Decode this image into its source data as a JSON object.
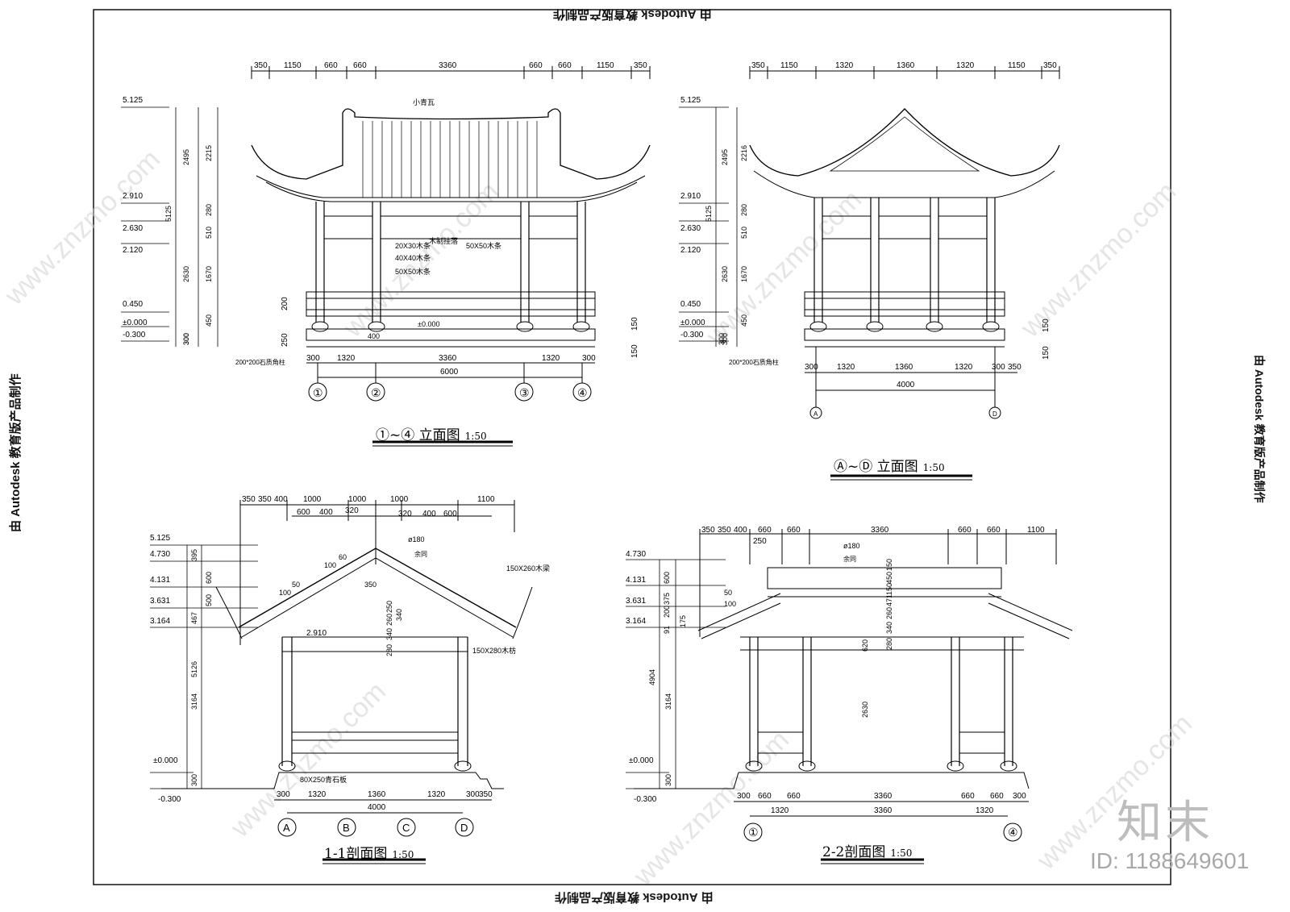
{
  "stamps": {
    "top": "由 Autodesk 教育版产品制作",
    "bottom": "由 Autodesk 教育版产品制作",
    "left": "由 Autodesk 教育版产品制作",
    "right": "由 Autodesk 教育版产品制作"
  },
  "watermark": {
    "brand": "知末",
    "id": "ID: 1188649601",
    "site": "www.znzmo.com"
  },
  "views": [
    {
      "title": "①~④ 立面图",
      "scale": "1:50"
    },
    {
      "title": "Ⓐ~Ⓓ 立面图",
      "scale": "1:50"
    },
    {
      "title": "1-1剖面图",
      "scale": "1:50"
    },
    {
      "title": "2-2剖面图",
      "scale": "1:50"
    }
  ],
  "elev1": {
    "top_dims": [
      "350",
      "1150",
      "660",
      "660",
      "3360",
      "660",
      "660",
      "1150",
      "350"
    ],
    "bottom_dims": [
      "300",
      "1320",
      "3360",
      "1320",
      "300"
    ],
    "overall": "6000",
    "axes": [
      "①",
      "②",
      "③",
      "④"
    ],
    "levels": [
      "5.125",
      "2.910",
      "2.630",
      "2.120",
      "0.450",
      "±0.000",
      "-0.300"
    ],
    "vdims_outer": [
      "2495",
      "5125",
      "300"
    ],
    "vdims_inner": [
      "2215",
      "280",
      "510",
      "1670",
      "2630",
      "450",
      "300"
    ],
    "notes": [
      "小青瓦",
      "木制挂落",
      "20X30木条",
      "40X40木条",
      "50X50木条",
      "50X50木条",
      "200*200石质角柱",
      "±0.000"
    ],
    "misc_dims": [
      "200",
      "250",
      "400",
      "150",
      "150"
    ]
  },
  "elev2": {
    "top_dims": [
      "350",
      "1150",
      "1320",
      "1360",
      "1320",
      "1150",
      "350"
    ],
    "bottom_dims": [
      "300",
      "1320",
      "1360",
      "1320",
      "300",
      "350"
    ],
    "overall": "4000",
    "axes": [
      "A",
      "D"
    ],
    "levels": [
      "5.125",
      "2.910",
      "2.630",
      "2.120",
      "0.450",
      "±0.000",
      "-0.300"
    ],
    "vdims_outer": [
      "2495",
      "5125",
      "300"
    ],
    "vdims_inner": [
      "2216",
      "280",
      "510",
      "1670",
      "2630",
      "450",
      "300"
    ],
    "notes": [
      "200*200石质角柱"
    ],
    "misc_dims": [
      "150",
      "150"
    ]
  },
  "sec1": {
    "top_dims": [
      "350",
      "350",
      "400",
      "1000",
      "1000",
      "1000",
      "1100"
    ],
    "top_dims2": [
      "600",
      "400",
      "320",
      "320",
      "400",
      "600"
    ],
    "bottom_dims": [
      "300",
      "1320",
      "1360",
      "1320",
      "300",
      "350"
    ],
    "overall": "4000",
    "axes": [
      "A",
      "B",
      "C",
      "D"
    ],
    "levels": [
      "5.125",
      "4.730",
      "4.131",
      "3.631",
      "3.164",
      "2.910",
      "±0.000",
      "-0.300"
    ],
    "vdims": [
      "395",
      "600",
      "500",
      "467",
      "5126",
      "3164",
      "300"
    ],
    "mid_dims": [
      "250",
      "280",
      "340",
      "260",
      "340"
    ],
    "notes": [
      "ø180",
      "余同",
      "150X260木梁",
      "150X280木枋",
      "80X250青石板"
    ],
    "slopes": [
      "60",
      "100",
      "50",
      "100"
    ],
    "ridge_dim": "350"
  },
  "sec2": {
    "top_dims": [
      "350",
      "350",
      "400",
      "660",
      "660",
      "3360",
      "660",
      "660",
      "1100"
    ],
    "top_dims_sub": "250",
    "bottom_dims": [
      "300",
      "660",
      "660",
      "3360",
      "660",
      "660",
      "300"
    ],
    "bottom_dims2": [
      "1320",
      "3360",
      "1320"
    ],
    "axes": [
      "①",
      "④"
    ],
    "levels": [
      "4.730",
      "4.131",
      "3.631",
      "3.164",
      "±0.000",
      "-0.300"
    ],
    "vdims": [
      "4904",
      "3164",
      "300",
      "600",
      "375",
      "200",
      "175",
      "91"
    ],
    "mid_dims": [
      "150",
      "450",
      "150",
      "471",
      "260",
      "340",
      "280",
      "620",
      "2630"
    ],
    "notes": [
      "ø180",
      "余同"
    ],
    "slopes": [
      "50",
      "100"
    ]
  },
  "colors": {
    "line": "#000000",
    "watermark": "#c8c8c8"
  }
}
